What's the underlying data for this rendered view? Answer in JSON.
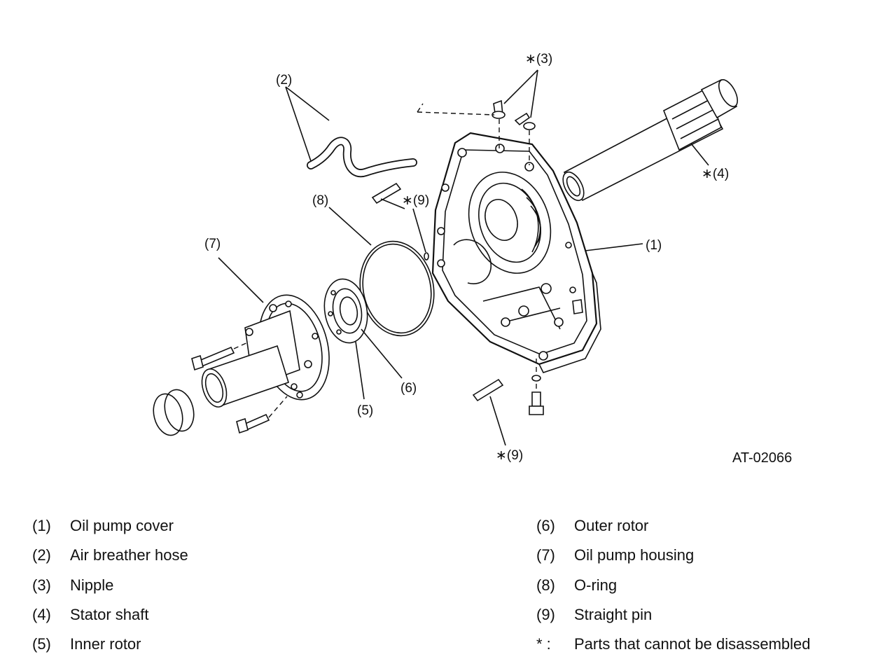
{
  "figure_code": "AT-02066",
  "callouts": {
    "c1": "(1)",
    "c2": "(2)",
    "c3": "∗(3)",
    "c4": "∗(4)",
    "c5": "(5)",
    "c6": "(6)",
    "c7": "(7)",
    "c8": "(8)",
    "c9a": "∗(9)",
    "c9b": "∗(9)"
  },
  "legend": {
    "left": [
      {
        "num": "(1)",
        "text": "Oil pump cover"
      },
      {
        "num": "(2)",
        "text": "Air breather hose"
      },
      {
        "num": "(3)",
        "text": "Nipple"
      },
      {
        "num": "(4)",
        "text": "Stator shaft"
      },
      {
        "num": "(5)",
        "text": "Inner rotor"
      }
    ],
    "right": [
      {
        "num": "(6)",
        "text": "Outer rotor"
      },
      {
        "num": "(7)",
        "text": "Oil pump housing"
      },
      {
        "num": "(8)",
        "text": "O-ring"
      },
      {
        "num": "(9)",
        "text": "Straight pin"
      },
      {
        "num": "* :",
        "text": "Parts that cannot be disassembled"
      }
    ]
  }
}
